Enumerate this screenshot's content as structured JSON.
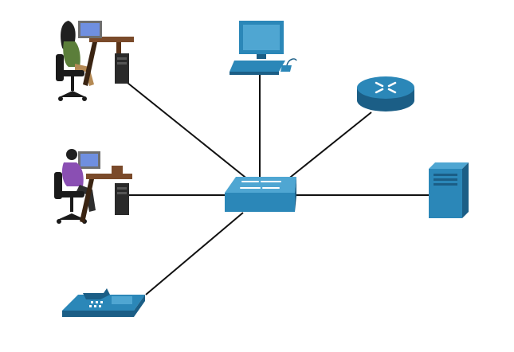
{
  "diagram": {
    "colors": {
      "device_blue": "#2B87B8",
      "device_light": "#4FA6D2",
      "device_dark": "#1B5E86",
      "link": "#111111",
      "desk_wood": "#7A4A2A",
      "chair": "#1A1A1A",
      "person_shirt_purple": "#8A4FB3",
      "person_hair": "#202020"
    },
    "nodes": [
      {
        "id": "workstation-top-left",
        "icon": "person-at-desktop-icon"
      },
      {
        "id": "workstation-mid-left",
        "icon": "person-at-desktop-icon"
      },
      {
        "id": "pc-top",
        "icon": "desktop-computer-icon"
      },
      {
        "id": "router",
        "icon": "router-icon"
      },
      {
        "id": "switch",
        "icon": "switch-icon"
      },
      {
        "id": "server",
        "icon": "server-icon"
      },
      {
        "id": "ip-phone",
        "icon": "ip-phone-icon"
      }
    ],
    "links": [
      {
        "from": "workstation-top-left",
        "to": "switch"
      },
      {
        "from": "workstation-mid-left",
        "to": "switch"
      },
      {
        "from": "pc-top",
        "to": "switch"
      },
      {
        "from": "router",
        "to": "switch"
      },
      {
        "from": "server",
        "to": "switch"
      },
      {
        "from": "ip-phone",
        "to": "switch"
      }
    ]
  }
}
